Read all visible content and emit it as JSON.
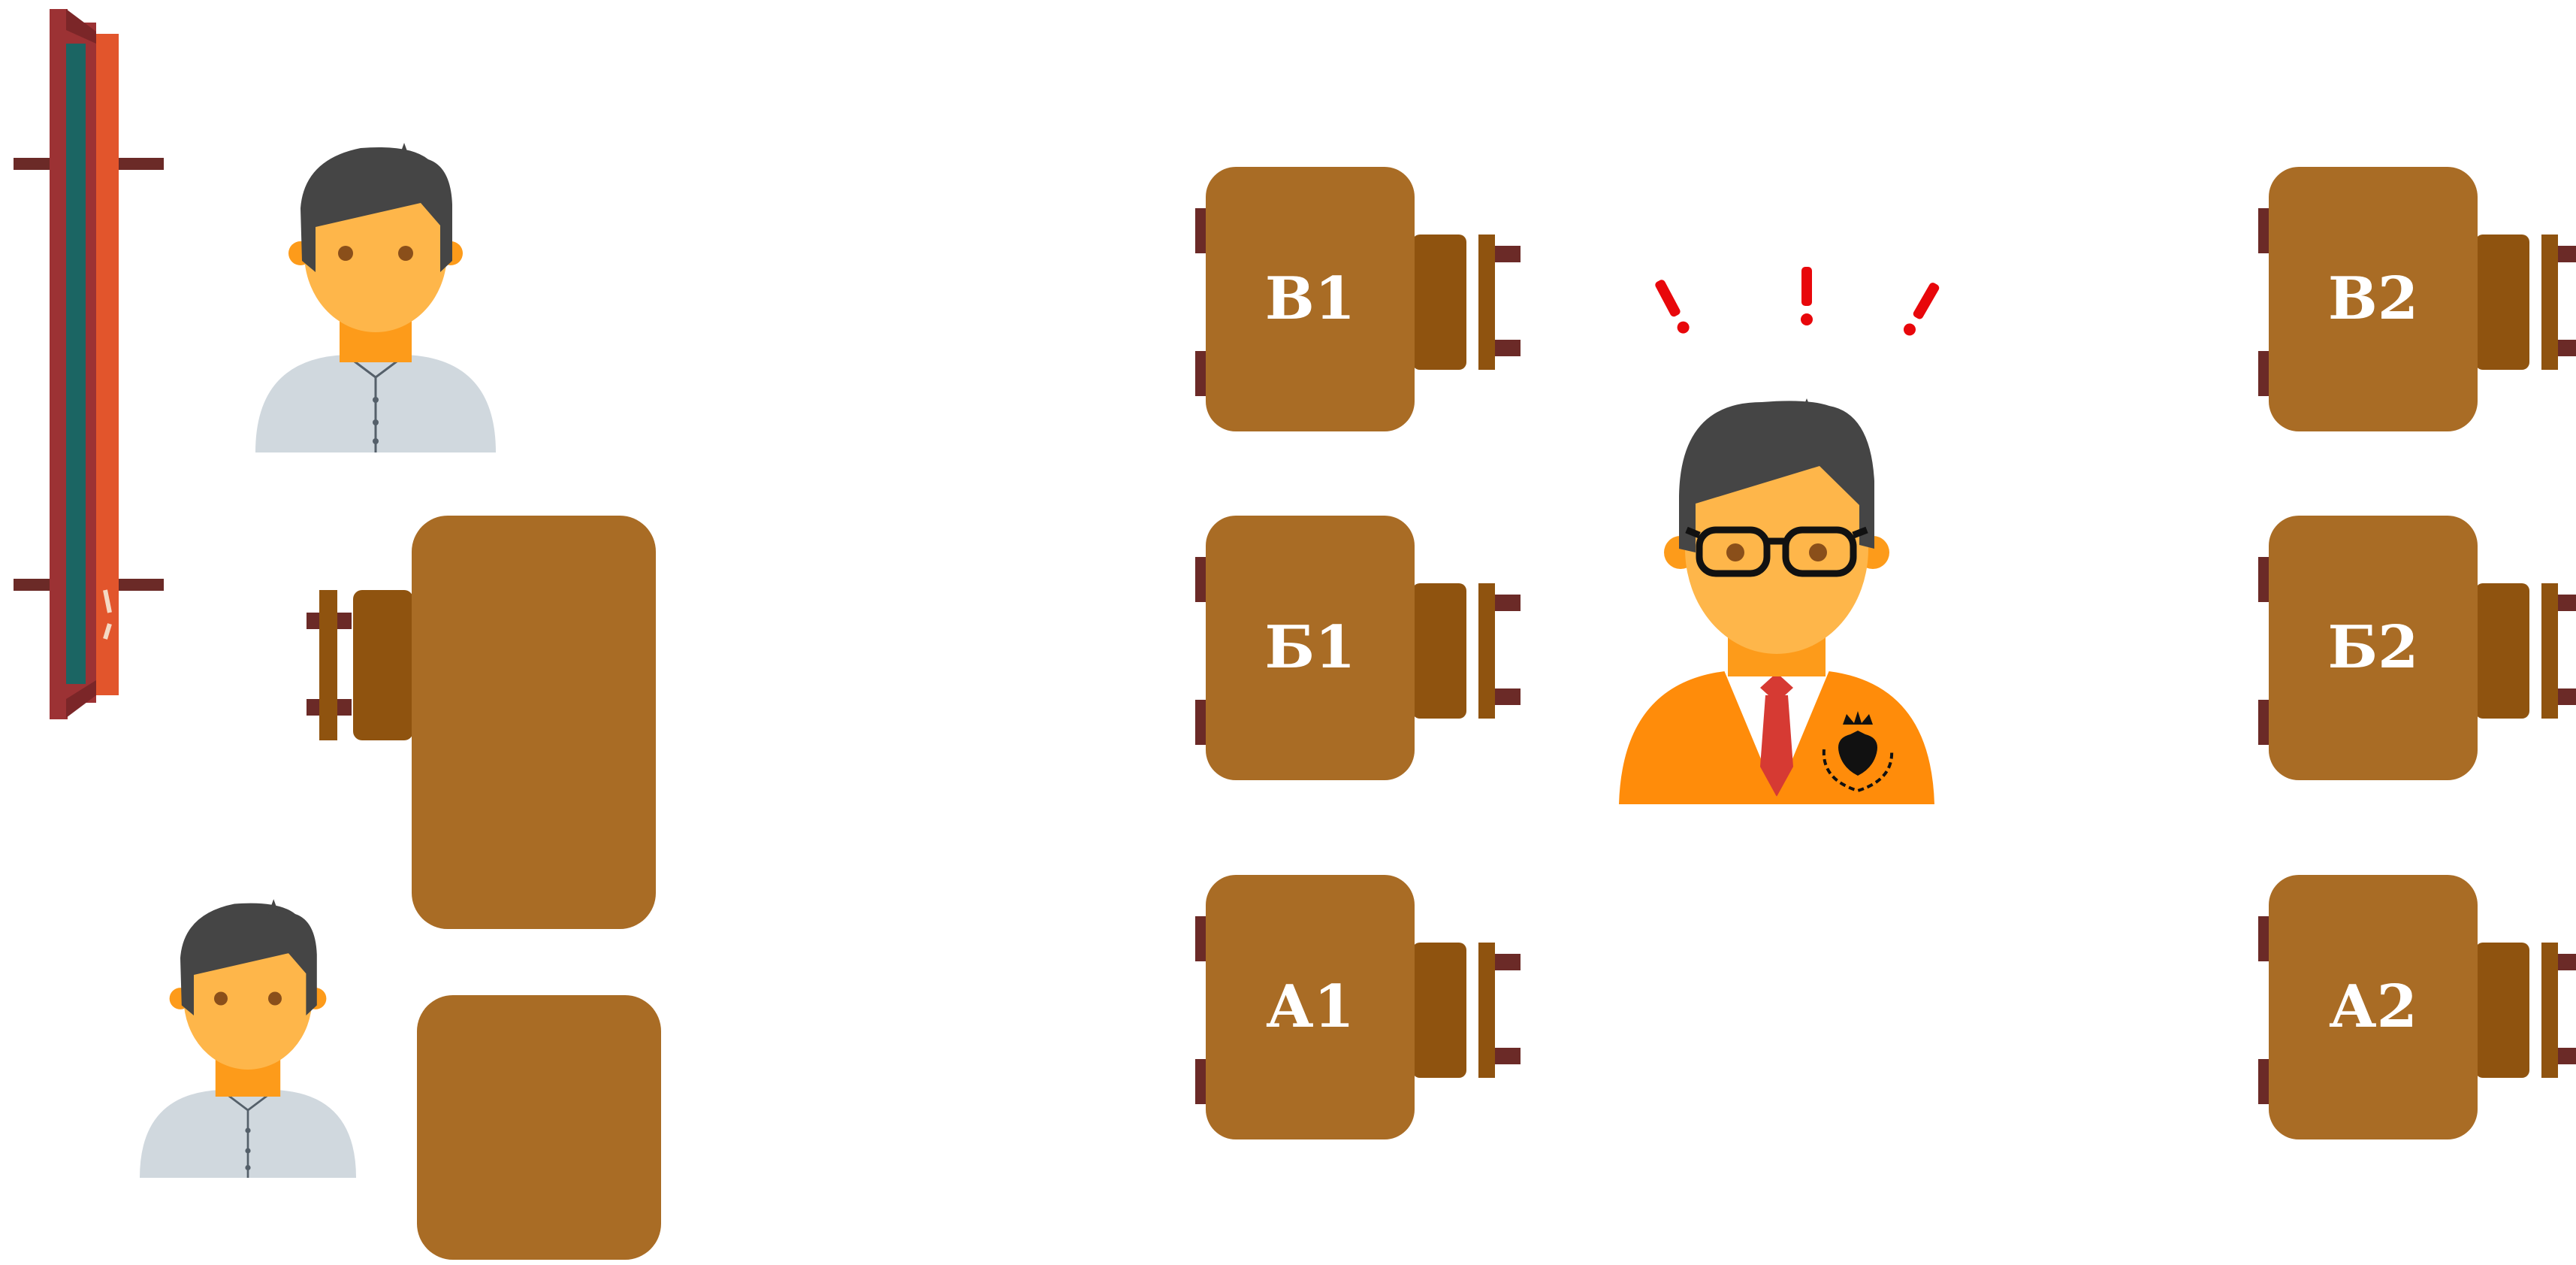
{
  "colors": {
    "background": "#ffffff",
    "desk": "#a96c25",
    "chair_seat": "#8f530f",
    "chair_frame": "#8f530f",
    "chair_rail": "#6b2a27",
    "skin": "#feb64a",
    "skin_shadow": "#fd9b1a",
    "hair": "#454545",
    "eye": "#8a4f1a",
    "student_shirt": "#d0d8de",
    "teacher_jacket": "#ff8c0a",
    "tie": "#d63a33",
    "alert_mark": "#e8070b",
    "board_frame": "#9c3234",
    "board_surface": "#1b6563",
    "board_tray": "#e2552c"
  },
  "desks": [
    {
      "id": "v1",
      "label": "В1"
    },
    {
      "id": "b1",
      "label": "Б1"
    },
    {
      "id": "a1",
      "label": "А1"
    },
    {
      "id": "v2",
      "label": "В2"
    },
    {
      "id": "b2",
      "label": "Б2"
    },
    {
      "id": "a2",
      "label": "А2"
    }
  ],
  "icons": {
    "board": "chalkboard-icon",
    "student": "student-icon",
    "teacher": "teacher-icon",
    "alert": "exclamation-icon",
    "chair": "chair-icon",
    "desk": "desk-icon"
  }
}
